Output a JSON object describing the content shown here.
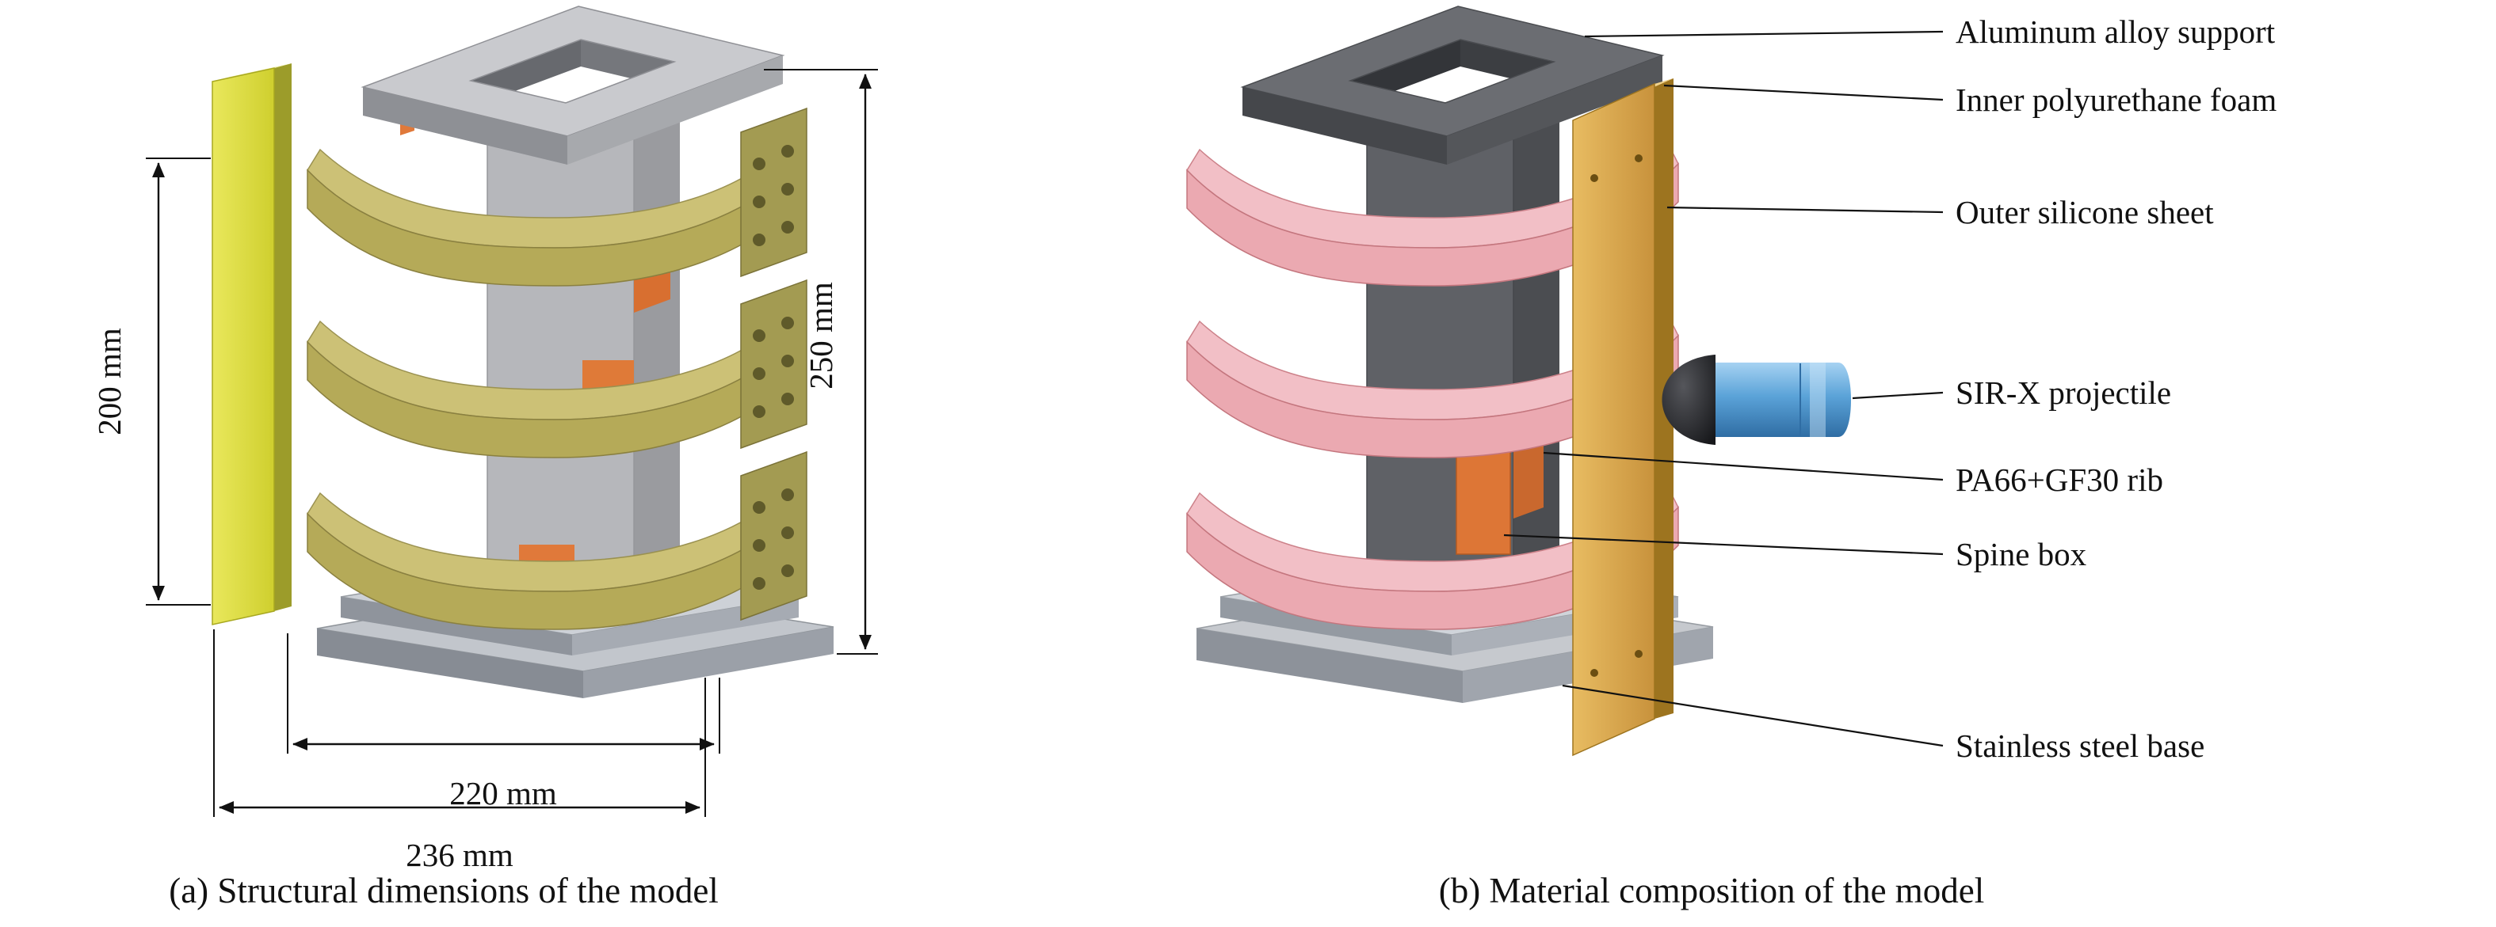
{
  "panel_a": {
    "caption": "(a) Structural dimensions of the model",
    "dimensions": {
      "height_left": "200 mm",
      "height_right": "250 mm",
      "width_inner": "220 mm",
      "width_outer": "236 mm"
    }
  },
  "panel_b": {
    "caption": "(b) Material composition of the model",
    "labels": [
      "Aluminum alloy support",
      "Inner polyurethane foam",
      "Outer silicone sheet",
      "SIR-X projectile",
      "PA66+GF30 rib",
      "Spine box",
      "Stainless steel base"
    ]
  },
  "colors": {
    "silicone_yellow": "#dcdb3c",
    "rib_olive": "#b5aa58",
    "support_gray": "#b6b7bb",
    "rib_pink": "#eba9b1",
    "support_dark": "#5f6166",
    "sheet_orange": "#d9a84e",
    "projectile_blue": "#5ea6dc",
    "spine_orange": "#dd7636",
    "base_gray": "#c2c6cc"
  }
}
